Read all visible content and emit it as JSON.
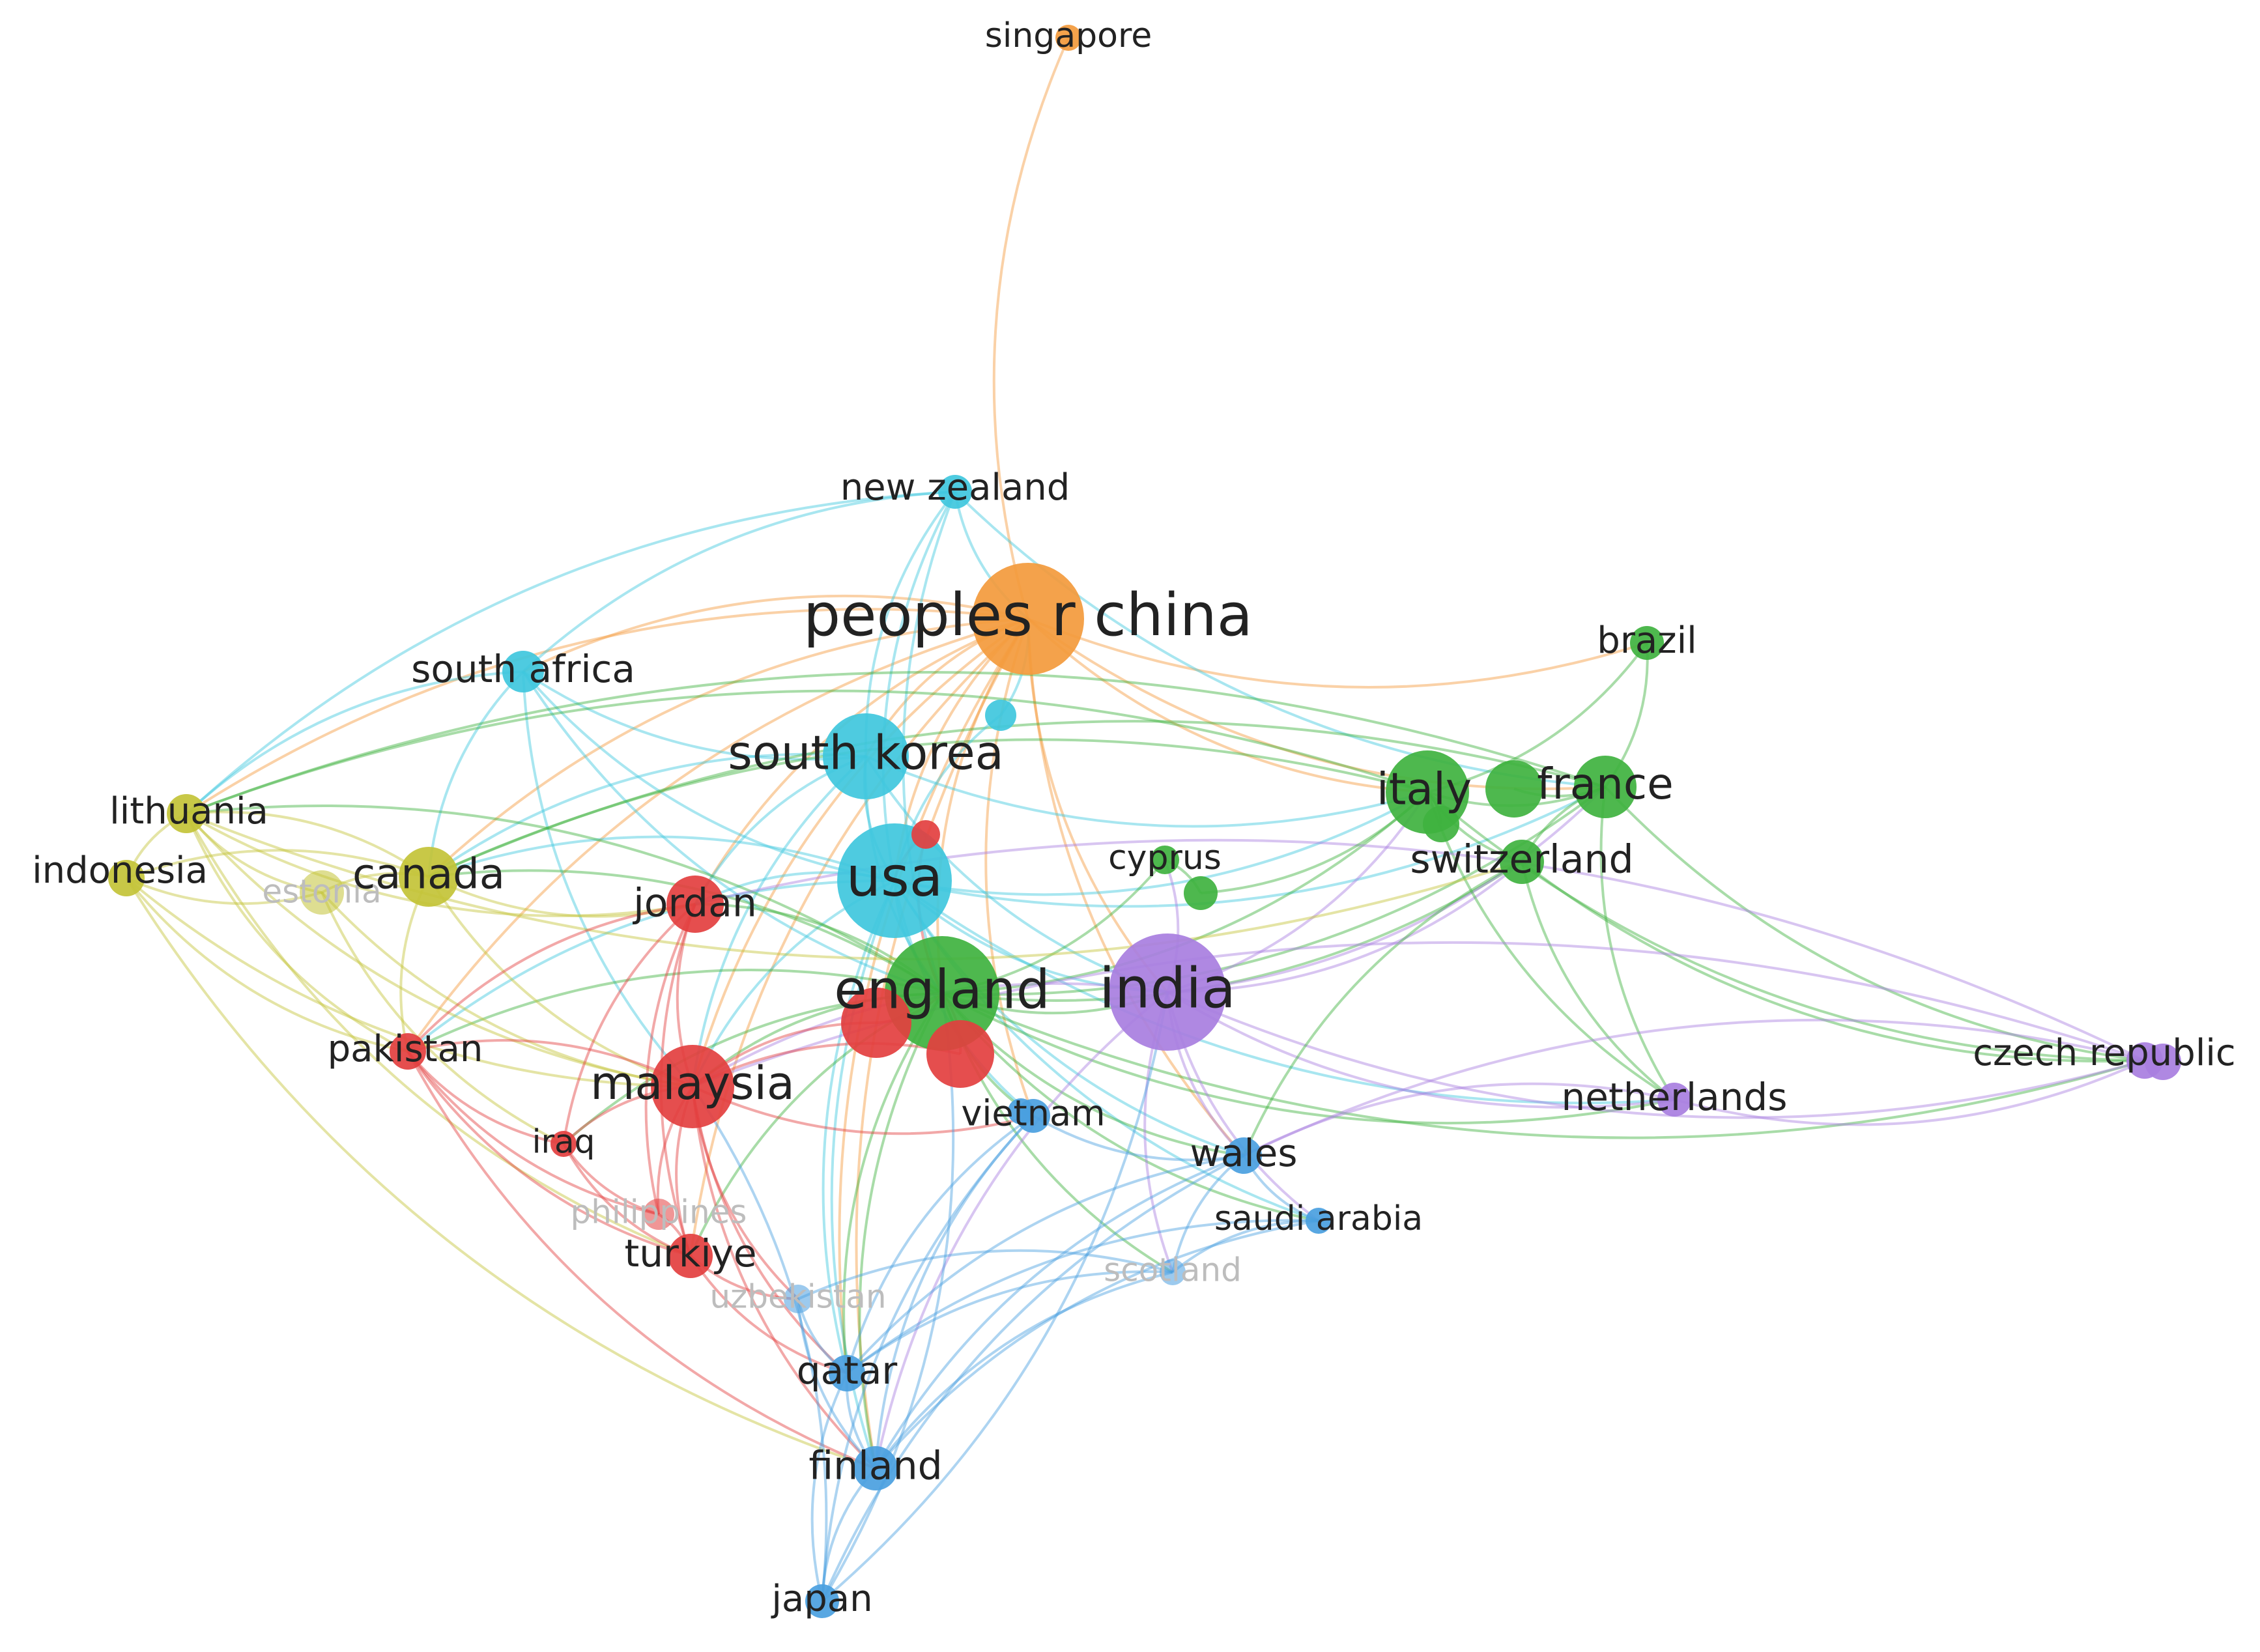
{
  "title": "",
  "clusters": {
    "red": "#e33f3f",
    "green": "#3fb23f",
    "blue": "#4a9fe0",
    "yellow": "#c3c337",
    "purple": "#a87ee0",
    "cyan": "#3fc7dd",
    "orange": "#f39a3c"
  },
  "nodes": [
    {
      "id": "singapore",
      "label": "singapore",
      "cluster": "orange",
      "weight": 1
    },
    {
      "id": "new-zealand",
      "label": "new zealand",
      "cluster": "cyan",
      "weight": 1
    },
    {
      "id": "peoples-r-china",
      "label": "peoples r china",
      "cluster": "orange",
      "weight": 5
    },
    {
      "id": "brazil",
      "label": "brazil",
      "cluster": "green",
      "weight": 1
    },
    {
      "id": "south-africa",
      "label": "south africa",
      "cluster": "cyan",
      "weight": 1
    },
    {
      "id": "south-korea",
      "label": "south korea",
      "cluster": "cyan",
      "weight": 3
    },
    {
      "id": "lithuania",
      "label": "lithuania",
      "cluster": "yellow",
      "weight": 1
    },
    {
      "id": "indonesia",
      "label": "indonesia",
      "cluster": "yellow",
      "weight": 1
    },
    {
      "id": "estonia",
      "label": "estonia",
      "cluster": "yellow",
      "weight": 1,
      "faint": true
    },
    {
      "id": "canada",
      "label": "canada",
      "cluster": "yellow",
      "weight": 2
    },
    {
      "id": "jordan",
      "label": "jordan",
      "cluster": "red",
      "weight": 2
    },
    {
      "id": "usa",
      "label": "usa",
      "cluster": "cyan",
      "weight": 4
    },
    {
      "id": "italy",
      "label": "italy",
      "cluster": "green",
      "weight": 3
    },
    {
      "id": "france",
      "label": "france",
      "cluster": "green",
      "weight": 2
    },
    {
      "id": "cyprus",
      "label": "cyprus",
      "cluster": "green",
      "weight": 1
    },
    {
      "id": "switzerland",
      "label": "switzerland",
      "cluster": "green",
      "weight": 1
    },
    {
      "id": "england",
      "label": "england",
      "cluster": "green",
      "weight": 4
    },
    {
      "id": "india",
      "label": "india",
      "cluster": "purple",
      "weight": 4
    },
    {
      "id": "pakistan",
      "label": "pakistan",
      "cluster": "red",
      "weight": 1
    },
    {
      "id": "malaysia",
      "label": "malaysia",
      "cluster": "red",
      "weight": 3
    },
    {
      "id": "czech-republic",
      "label": "czech republic",
      "cluster": "purple",
      "weight": 1
    },
    {
      "id": "iraq",
      "label": "iraq",
      "cluster": "red",
      "weight": 1
    },
    {
      "id": "vietnam",
      "label": "vietnam",
      "cluster": "blue",
      "weight": 1
    },
    {
      "id": "netherlands",
      "label": "netherlands",
      "cluster": "purple",
      "weight": 1
    },
    {
      "id": "wales",
      "label": "wales",
      "cluster": "blue",
      "weight": 1
    },
    {
      "id": "philippines",
      "label": "philippines",
      "cluster": "red",
      "weight": 1,
      "faint": true
    },
    {
      "id": "saudi-arabia",
      "label": "saudi arabia",
      "cluster": "blue",
      "weight": 1
    },
    {
      "id": "turkiye",
      "label": "turkiye",
      "cluster": "red",
      "weight": 1
    },
    {
      "id": "scotland",
      "label": "scotland",
      "cluster": "blue",
      "weight": 1,
      "faint": true
    },
    {
      "id": "uzbekistan",
      "label": "uzbekistan",
      "cluster": "blue",
      "weight": 1,
      "faint": true
    },
    {
      "id": "qatar",
      "label": "qatar",
      "cluster": "blue",
      "weight": 1
    },
    {
      "id": "finland",
      "label": "finland",
      "cluster": "blue",
      "weight": 1
    },
    {
      "id": "japan",
      "label": "japan",
      "cluster": "blue",
      "weight": 1
    },
    {
      "id": "u-cyan",
      "label": "",
      "cluster": "cyan",
      "weight": 1
    },
    {
      "id": "u-red-a",
      "label": "",
      "cluster": "red",
      "weight": 1
    },
    {
      "id": "u-red-b",
      "label": "",
      "cluster": "red",
      "weight": 2
    },
    {
      "id": "u-red-c",
      "label": "",
      "cluster": "red",
      "weight": 2
    },
    {
      "id": "u-green-a",
      "label": "",
      "cluster": "green",
      "weight": 1
    },
    {
      "id": "u-green-b",
      "label": "",
      "cluster": "green",
      "weight": 1
    },
    {
      "id": "u-green-c",
      "label": "",
      "cluster": "green",
      "weight": 2
    },
    {
      "id": "u-purple",
      "label": "",
      "cluster": "purple",
      "weight": 1
    },
    {
      "id": "u-blue",
      "label": "",
      "cluster": "blue",
      "weight": 1
    }
  ],
  "links": [
    [
      "singapore",
      "peoples-r-china"
    ],
    [
      "peoples-r-china",
      "usa"
    ],
    [
      "peoples-r-china",
      "england"
    ],
    [
      "peoples-r-china",
      "india"
    ],
    [
      "peoples-r-china",
      "south-korea"
    ],
    [
      "peoples-r-china",
      "malaysia"
    ],
    [
      "peoples-r-china",
      "canada"
    ],
    [
      "peoples-r-china",
      "italy"
    ],
    [
      "peoples-r-china",
      "france"
    ],
    [
      "peoples-r-china",
      "jordan"
    ],
    [
      "peoples-r-china",
      "pakistan"
    ],
    [
      "peoples-r-china",
      "south-africa"
    ],
    [
      "peoples-r-china",
      "lithuania"
    ],
    [
      "peoples-r-china",
      "brazil"
    ],
    [
      "peoples-r-china",
      "vietnam"
    ],
    [
      "peoples-r-china",
      "wales"
    ],
    [
      "peoples-r-china",
      "finland"
    ],
    [
      "peoples-r-china",
      "qatar"
    ],
    [
      "peoples-r-china",
      "turkiye"
    ],
    [
      "new-zealand",
      "usa"
    ],
    [
      "new-zealand",
      "south-korea"
    ],
    [
      "new-zealand",
      "south-africa"
    ],
    [
      "new-zealand",
      "peoples-r-china"
    ],
    [
      "new-zealand",
      "england"
    ],
    [
      "new-zealand",
      "france"
    ],
    [
      "new-zealand",
      "lithuania"
    ],
    [
      "south-africa",
      "usa"
    ],
    [
      "south-africa",
      "south-korea"
    ],
    [
      "south-africa",
      "england"
    ],
    [
      "south-africa",
      "canada"
    ],
    [
      "south-africa",
      "lithuania"
    ],
    [
      "south-africa",
      "malaysia"
    ],
    [
      "south-korea",
      "usa"
    ],
    [
      "south-korea",
      "england"
    ],
    [
      "south-korea",
      "india"
    ],
    [
      "south-korea",
      "malaysia"
    ],
    [
      "south-korea",
      "canada"
    ],
    [
      "south-korea",
      "jordan"
    ],
    [
      "south-korea",
      "italy"
    ],
    [
      "usa",
      "england"
    ],
    [
      "usa",
      "india"
    ],
    [
      "usa",
      "canada"
    ],
    [
      "usa",
      "malaysia"
    ],
    [
      "usa",
      "italy"
    ],
    [
      "usa",
      "france"
    ],
    [
      "usa",
      "jordan"
    ],
    [
      "usa",
      "wales"
    ],
    [
      "usa",
      "finland"
    ],
    [
      "usa",
      "qatar"
    ],
    [
      "usa",
      "pakistan"
    ],
    [
      "usa",
      "vietnam"
    ],
    [
      "usa",
      "netherlands"
    ],
    [
      "usa",
      "saudi-arabia"
    ],
    [
      "england",
      "india"
    ],
    [
      "england",
      "malaysia"
    ],
    [
      "england",
      "italy"
    ],
    [
      "england",
      "france"
    ],
    [
      "england",
      "switzerland"
    ],
    [
      "england",
      "jordan"
    ],
    [
      "england",
      "canada"
    ],
    [
      "england",
      "pakistan"
    ],
    [
      "england",
      "wales"
    ],
    [
      "england",
      "finland"
    ],
    [
      "england",
      "qatar"
    ],
    [
      "england",
      "turkiye"
    ],
    [
      "england",
      "iraq"
    ],
    [
      "england",
      "vietnam"
    ],
    [
      "england",
      "scotland"
    ],
    [
      "england",
      "netherlands"
    ],
    [
      "england",
      "czech-republic"
    ],
    [
      "england",
      "saudi-arabia"
    ],
    [
      "england",
      "cyprus"
    ],
    [
      "england",
      "lithuania"
    ],
    [
      "india",
      "italy"
    ],
    [
      "india",
      "france"
    ],
    [
      "india",
      "netherlands"
    ],
    [
      "india",
      "czech-republic"
    ],
    [
      "india",
      "wales"
    ],
    [
      "india",
      "malaysia"
    ],
    [
      "india",
      "saudi-arabia"
    ],
    [
      "india",
      "scotland"
    ],
    [
      "india",
      "switzerland"
    ],
    [
      "india",
      "finland"
    ],
    [
      "india",
      "cyprus"
    ],
    [
      "italy",
      "france"
    ],
    [
      "italy",
      "switzerland"
    ],
    [
      "italy",
      "brazil"
    ],
    [
      "italy",
      "czech-republic"
    ],
    [
      "italy",
      "canada"
    ],
    [
      "italy",
      "lithuania"
    ],
    [
      "italy",
      "netherlands"
    ],
    [
      "france",
      "brazil"
    ],
    [
      "france",
      "switzerland"
    ],
    [
      "france",
      "czech-republic"
    ],
    [
      "france",
      "netherlands"
    ],
    [
      "france",
      "canada"
    ],
    [
      "france",
      "lithuania"
    ],
    [
      "switzerland",
      "netherlands"
    ],
    [
      "switzerland",
      "czech-republic"
    ],
    [
      "switzerland",
      "wales"
    ],
    [
      "netherlands",
      "czech-republic"
    ],
    [
      "netherlands",
      "wales"
    ],
    [
      "czech-republic",
      "wales"
    ],
    [
      "czech-republic",
      "malaysia"
    ],
    [
      "czech-republic",
      "jordan"
    ],
    [
      "canada",
      "lithuania"
    ],
    [
      "canada",
      "indonesia"
    ],
    [
      "canada",
      "estonia"
    ],
    [
      "canada",
      "malaysia"
    ],
    [
      "canada",
      "jordan"
    ],
    [
      "canada",
      "pakistan"
    ],
    [
      "lithuania",
      "indonesia"
    ],
    [
      "lithuania",
      "estonia"
    ],
    [
      "lithuania",
      "malaysia"
    ],
    [
      "lithuania",
      "pakistan"
    ],
    [
      "lithuania",
      "turkiye"
    ],
    [
      "lithuania",
      "jordan"
    ],
    [
      "lithuania",
      "switzerland"
    ],
    [
      "indonesia",
      "malaysia"
    ],
    [
      "indonesia",
      "estonia"
    ],
    [
      "indonesia",
      "pakistan"
    ],
    [
      "indonesia",
      "finland"
    ],
    [
      "estonia",
      "malaysia"
    ],
    [
      "estonia",
      "iraq"
    ],
    [
      "jordan",
      "malaysia"
    ],
    [
      "jordan",
      "pakistan"
    ],
    [
      "jordan",
      "iraq"
    ],
    [
      "jordan",
      "turkiye"
    ],
    [
      "jordan",
      "philippines"
    ],
    [
      "malaysia",
      "pakistan"
    ],
    [
      "malaysia",
      "iraq"
    ],
    [
      "malaysia",
      "turkiye"
    ],
    [
      "malaysia",
      "philippines"
    ],
    [
      "malaysia",
      "qatar"
    ],
    [
      "malaysia",
      "finland"
    ],
    [
      "malaysia",
      "uzbekistan"
    ],
    [
      "malaysia",
      "vietnam"
    ],
    [
      "pakistan",
      "iraq"
    ],
    [
      "pakistan",
      "turkiye"
    ],
    [
      "pakistan",
      "finland"
    ],
    [
      "pakistan",
      "philippines"
    ],
    [
      "iraq",
      "turkiye"
    ],
    [
      "iraq",
      "philippines"
    ],
    [
      "turkiye",
      "philippines"
    ],
    [
      "turkiye",
      "uzbekistan"
    ],
    [
      "turkiye",
      "qatar"
    ],
    [
      "vietnam",
      "finland"
    ],
    [
      "vietnam",
      "qatar"
    ],
    [
      "vietnam",
      "wales"
    ],
    [
      "vietnam",
      "japan"
    ],
    [
      "wales",
      "saudi-arabia"
    ],
    [
      "wales",
      "scotland"
    ],
    [
      "wales",
      "finland"
    ],
    [
      "wales",
      "qatar"
    ],
    [
      "wales",
      "japan"
    ],
    [
      "saudi-arabia",
      "scotland"
    ],
    [
      "saudi-arabia",
      "qatar"
    ],
    [
      "saudi-arabia",
      "finland"
    ],
    [
      "scotland",
      "finland"
    ],
    [
      "scotland",
      "qatar"
    ],
    [
      "scotland",
      "uzbekistan"
    ],
    [
      "uzbekistan",
      "qatar"
    ],
    [
      "uzbekistan",
      "finland"
    ],
    [
      "qatar",
      "finland"
    ],
    [
      "qatar",
      "japan"
    ],
    [
      "finland",
      "japan"
    ],
    [
      "japan",
      "england"
    ],
    [
      "japan",
      "india"
    ],
    [
      "japan",
      "malaysia"
    ],
    [
      "u-cyan",
      "usa"
    ],
    [
      "u-cyan",
      "peoples-r-china"
    ],
    [
      "u-red-a",
      "usa"
    ],
    [
      "u-red-a",
      "england"
    ],
    [
      "u-red-b",
      "england"
    ],
    [
      "u-red-b",
      "malaysia"
    ],
    [
      "u-red-c",
      "england"
    ],
    [
      "u-red-c",
      "malaysia"
    ],
    [
      "u-green-a",
      "cyprus"
    ],
    [
      "u-green-a",
      "italy"
    ],
    [
      "u-green-b",
      "italy"
    ],
    [
      "u-green-c",
      "france"
    ],
    [
      "u-purple",
      "czech-republic"
    ],
    [
      "u-blue",
      "vietnam"
    ]
  ]
}
